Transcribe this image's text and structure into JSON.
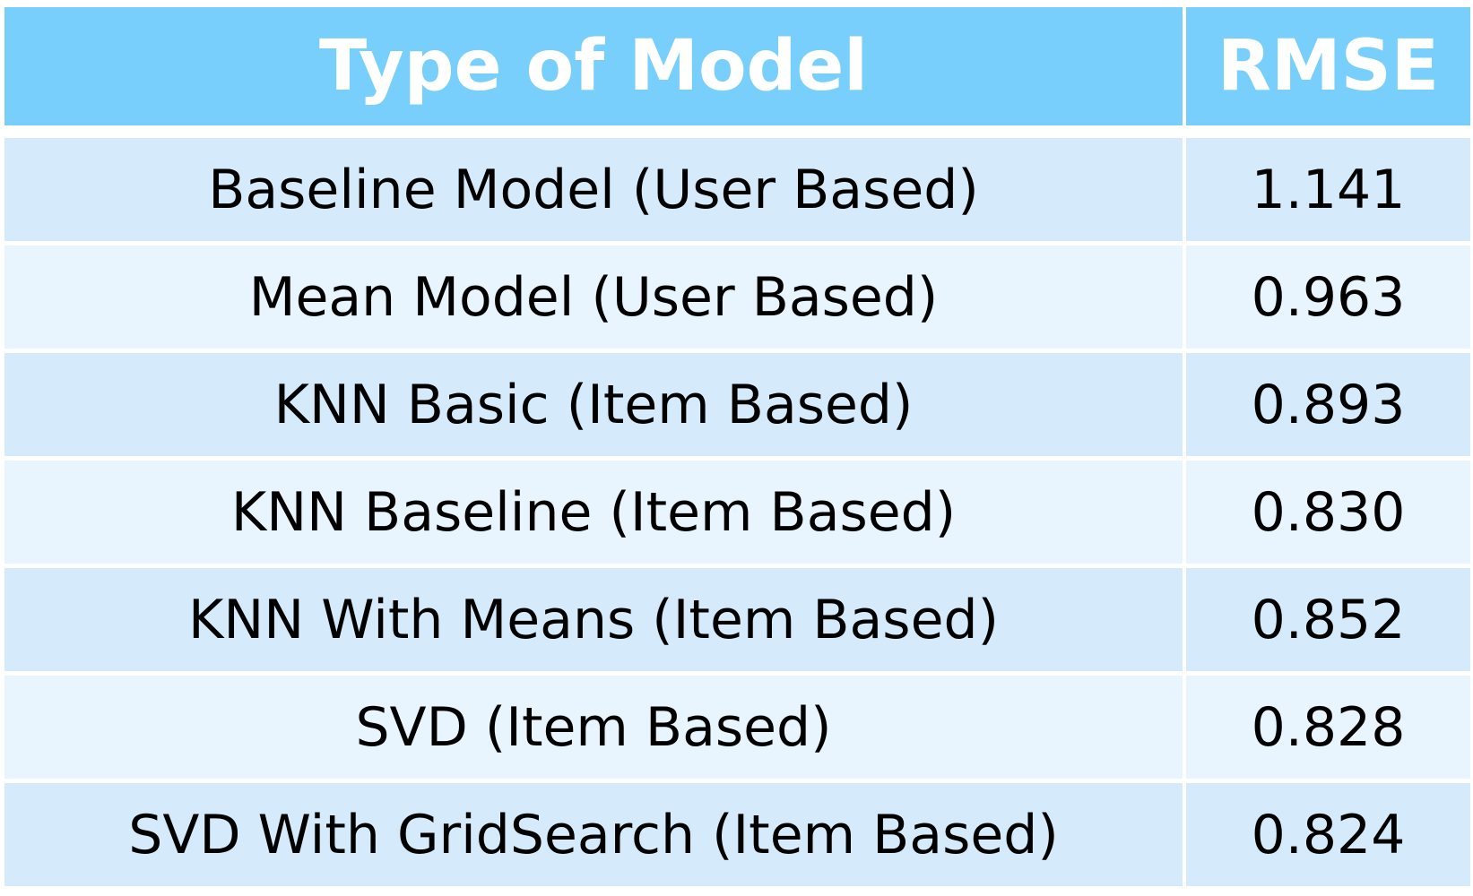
{
  "chart_data": {
    "type": "table",
    "columns": [
      "Type of Model",
      "RMSE"
    ],
    "rows": [
      {
        "model": "Baseline Model (User Based)",
        "rmse": "1.141"
      },
      {
        "model": "Mean Model (User Based)",
        "rmse": "0.963"
      },
      {
        "model": "KNN Basic (Item Based)",
        "rmse": "0.893"
      },
      {
        "model": "KNN Baseline (Item Based)",
        "rmse": "0.830"
      },
      {
        "model": "KNN With Means (Item Based)",
        "rmse": "0.852"
      },
      {
        "model": "SVD (Item Based)",
        "rmse": "0.828"
      },
      {
        "model": "SVD With GridSearch (Item Based)",
        "rmse": "0.824"
      }
    ]
  },
  "colors": {
    "header_bg": "#78cffc",
    "header_text": "#ffffff",
    "row_dark": "#d5ebfc",
    "row_light": "#e9f5fe",
    "body_text": "#000000"
  }
}
